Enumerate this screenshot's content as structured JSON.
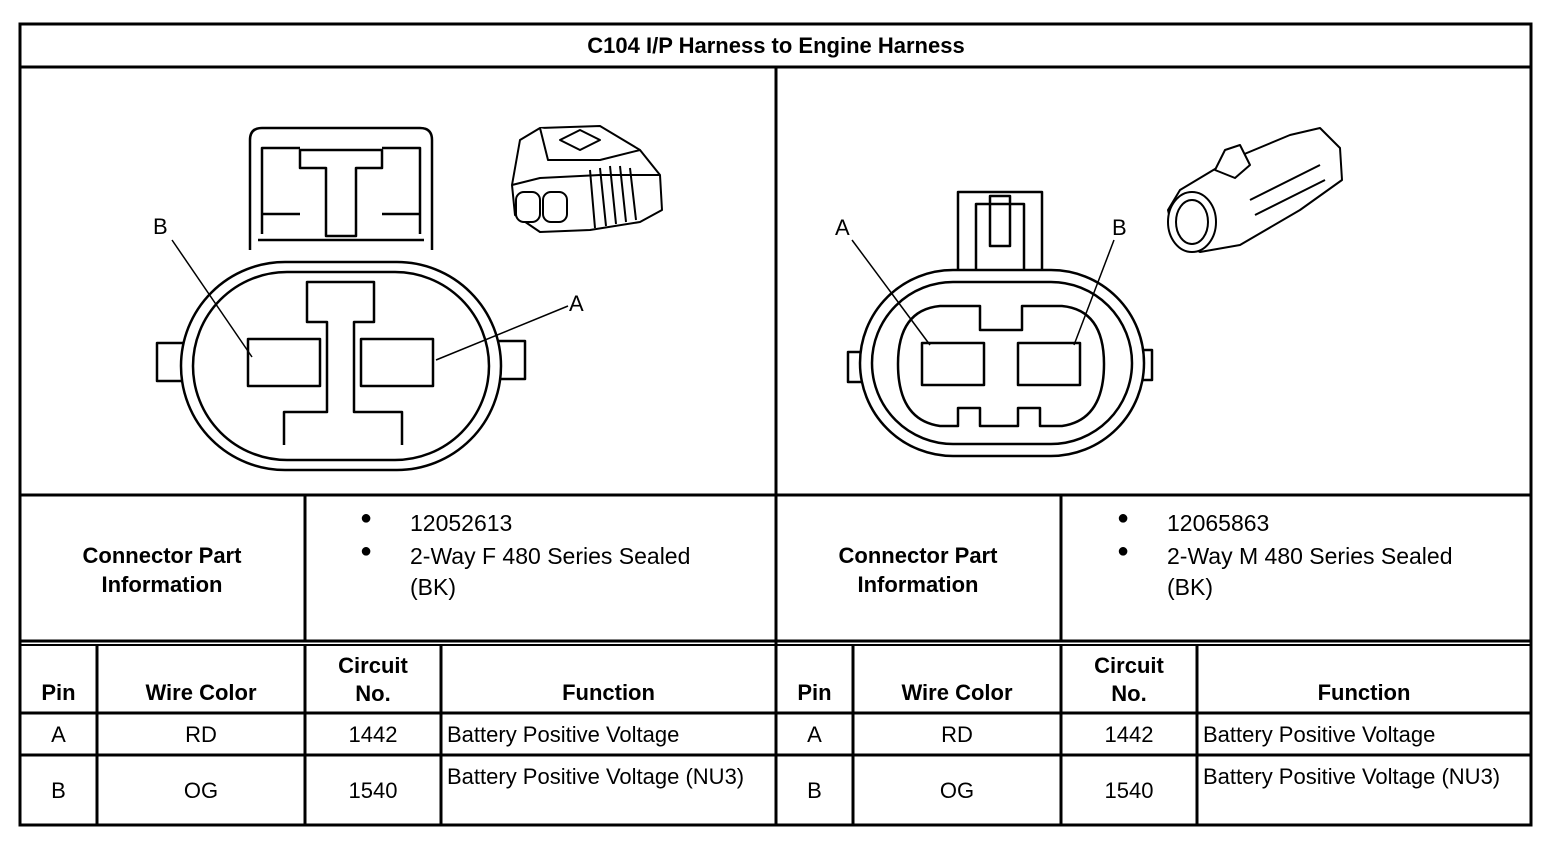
{
  "title": "C104 I/P Harness to Engine Harness",
  "left": {
    "connector_label": "Connector Part Information",
    "part_info": [
      "12052613",
      "2-Way F 480 Series Sealed (BK)"
    ],
    "pin_labels": {
      "a": "A",
      "b": "B"
    },
    "rows": [
      {
        "pin": "A",
        "wire": "RD",
        "circuit": "1442",
        "function": "Battery Positive Voltage"
      },
      {
        "pin": "B",
        "wire": "OG",
        "circuit": "1540",
        "function": "Battery Positive Voltage (NU3)"
      }
    ]
  },
  "right": {
    "connector_label": "Connector Part Information",
    "part_info": [
      "12065863",
      "2-Way M 480 Series Sealed (BK)"
    ],
    "pin_labels": {
      "a": "A",
      "b": "B"
    },
    "rows": [
      {
        "pin": "A",
        "wire": "RD",
        "circuit": "1442",
        "function": "Battery Positive Voltage"
      },
      {
        "pin": "B",
        "wire": "OG",
        "circuit": "1540",
        "function": "Battery Positive Voltage (NU3)"
      }
    ]
  },
  "headers": {
    "pin": "Pin",
    "wire": "Wire Color",
    "circuit": "Circuit No.",
    "function": "Function"
  }
}
